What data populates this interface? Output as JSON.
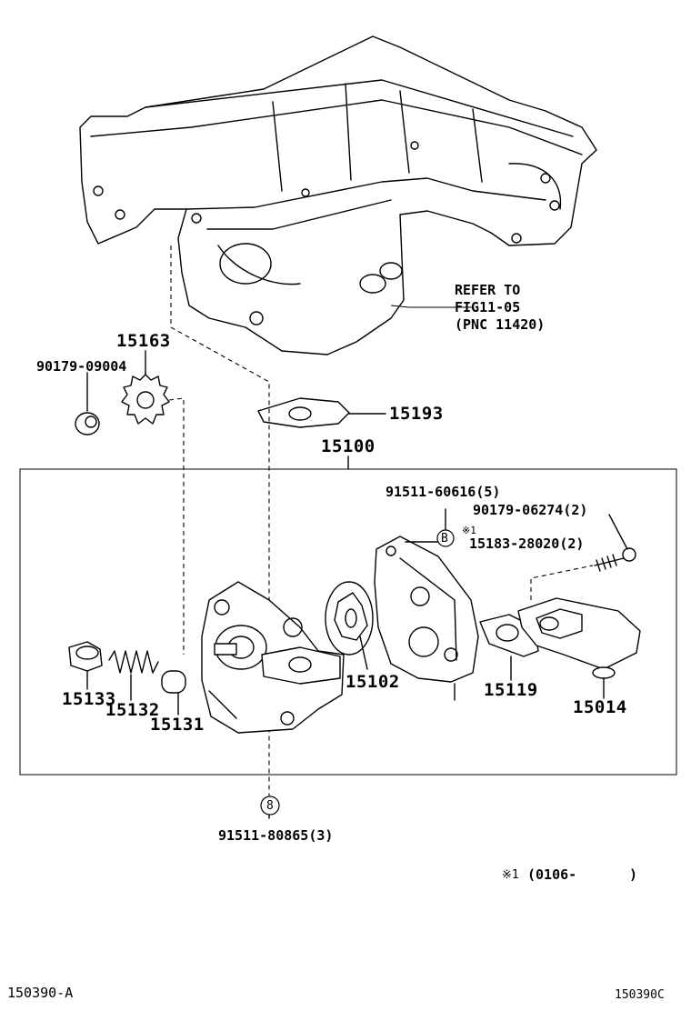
{
  "callouts": {
    "oil_pan": "REFER TO",
    "oil_pan_fig": "FIG11-05",
    "oil_pan_pnc": "(PNC 11420)",
    "sprocket": "15163",
    "nut": "90179-09004",
    "gasket": "15193",
    "assembly": "15100",
    "bolt_b": "91511-60616(5)",
    "nut_2": "90179-06274(2)",
    "stud": "15183-28020(2)",
    "plug": "15133",
    "spring": "15132",
    "valve": "15131",
    "rotor": "15102",
    "cover_gasket": "15119",
    "strainer": "15014",
    "bolt_8": "91511-80865(3)"
  },
  "markers": {
    "b": "B",
    "eight": "8"
  },
  "note": {
    "mark": "※1",
    "text": "※1",
    "range": "(0106-",
    "close": ")"
  },
  "footer": {
    "left": "150390-A",
    "right": "150390C"
  }
}
